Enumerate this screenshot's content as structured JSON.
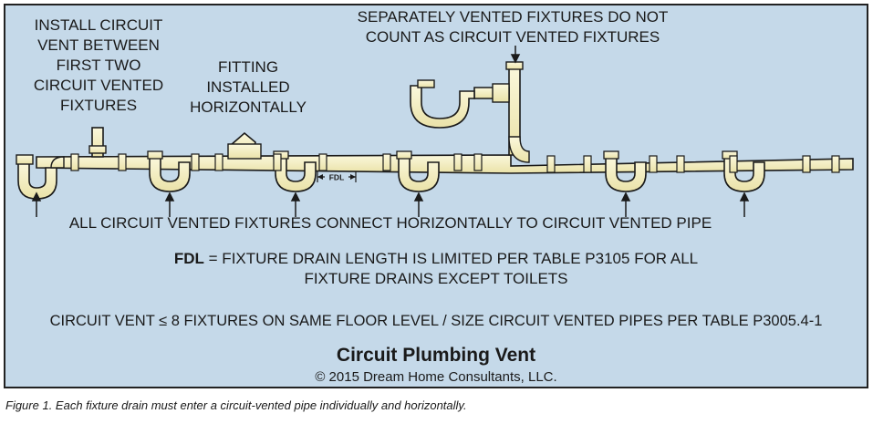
{
  "notes": {
    "install_vent": [
      "INSTALL CIRCUIT",
      "VENT BETWEEN",
      "FIRST TWO",
      "CIRCUIT VENTED",
      "FIXTURES"
    ],
    "fitting": [
      "FITTING",
      "INSTALLED",
      "HORIZONTALLY"
    ],
    "separately_vented": [
      "SEPARATELY VENTED FIXTURES DO NOT",
      "COUNT AS CIRCUIT VENTED FIXTURES"
    ],
    "fdl_marker": "FDL",
    "all_fixtures": "ALL CIRCUIT VENTED FIXTURES CONNECT HORIZONTALLY TO CIRCUIT VENTED PIPE",
    "fdl_def_key": "FDL",
    "fdl_def_rest": " = FIXTURE DRAIN LENGTH IS LIMITED PER TABLE P3105 FOR ALL",
    "fdl_def_line2": "FIXTURE DRAINS EXCEPT TOILETS",
    "circuit_rule": "CIRCUIT VENT ≤ 8 FIXTURES ON SAME FLOOR LEVEL / SIZE CIRCUIT VENTED PIPES PER TABLE P3005.4-1"
  },
  "title": "Circuit Plumbing Vent",
  "copyright": "© 2015 Dream Home Consultants, LLC.",
  "caption": "Figure 1. Each fixture drain must enter a circuit-vented pipe individually and horizontally.",
  "colors": {
    "panel_bg": "#c5d9e9",
    "pipe_fill": "#f6f1c8",
    "pipe_stroke": "#1a1a1a",
    "text": "#1a1a1a"
  }
}
